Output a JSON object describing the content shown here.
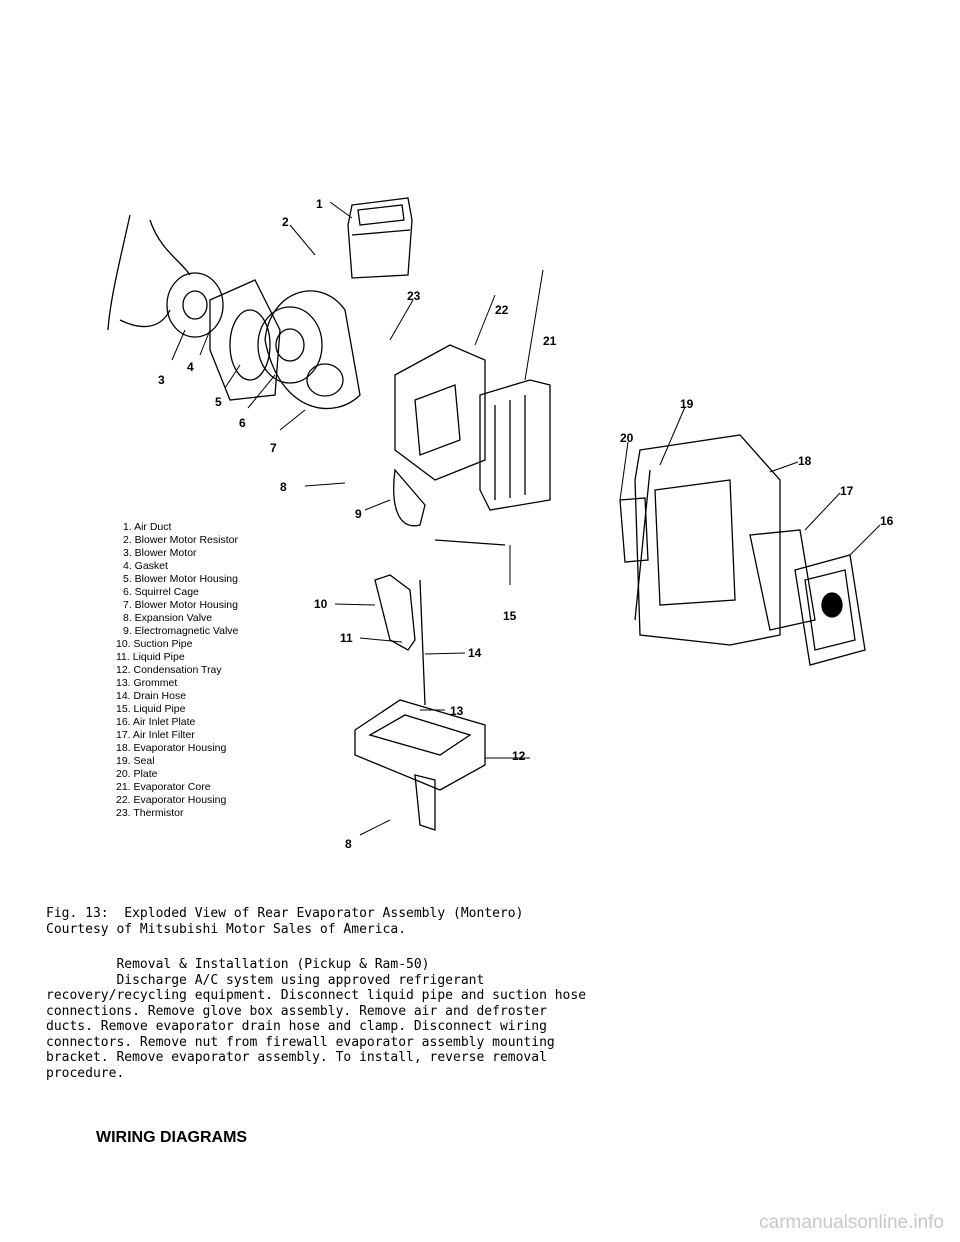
{
  "figure": {
    "callouts": [
      "1",
      "2",
      "3",
      "4",
      "5",
      "6",
      "7",
      "8",
      "9",
      "10",
      "11",
      "12",
      "13",
      "14",
      "15",
      "16",
      "17",
      "18",
      "19",
      "20",
      "21",
      "22",
      "23",
      "8"
    ],
    "legend": [
      "1. Air Duct",
      "2. Blower Motor Resistor",
      "3. Blower Motor",
      "4. Gasket",
      "5. Blower Motor Housing",
      "6. Squirrel Cage",
      "7. Blower Motor Housing",
      "8. Expansion Valve",
      "9. Electromagnetic Valve",
      "10. Suction Pipe",
      "11. Liquid Pipe",
      "12. Condensation Tray",
      "13. Grommet",
      "14. Drain Hose",
      "15. Liquid Pipe",
      "16. Air Inlet Plate",
      "17. Air Inlet Filter",
      "18. Evaporator Housing",
      "19. Seal",
      "20. Plate",
      "21. Evaporator Core",
      "22. Evaporator Housing",
      "23. Thermistor"
    ]
  },
  "caption": {
    "line1": "Fig. 13:  Exploded View of Rear Evaporator Assembly (Montero)",
    "line2": "Courtesy of Mitsubishi Motor Sales of America."
  },
  "body": {
    "lines": [
      "         Removal & Installation (Pickup & Ram-50)",
      "         Discharge A/C system using approved refrigerant",
      "recovery/recycling equipment. Disconnect liquid pipe and suction hose",
      "connections. Remove glove box assembly. Remove air and defroster",
      "ducts. Remove evaporator drain hose and clamp. Disconnect wiring",
      "connectors. Remove nut from firewall evaporator assembly mounting",
      "bracket. Remove evaporator assembly. To install, reverse removal",
      "procedure."
    ]
  },
  "section_heading": "WIRING DIAGRAMS",
  "watermark": "carmanualsonline.info"
}
